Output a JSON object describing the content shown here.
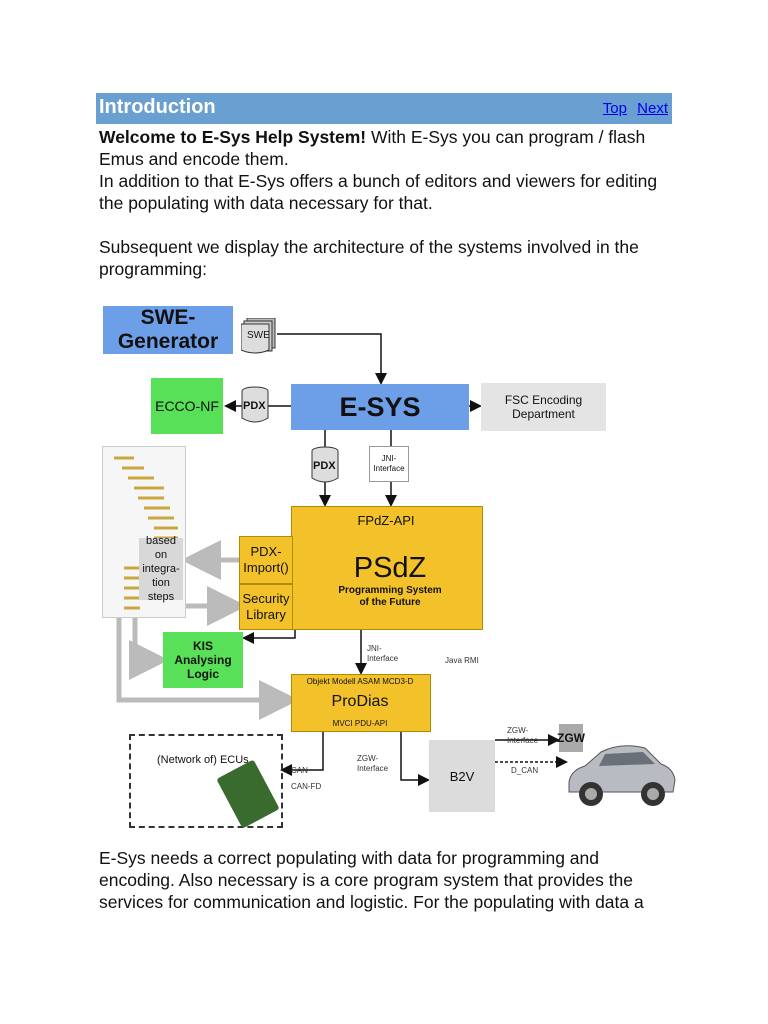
{
  "header": {
    "title": "Introduction",
    "links": [
      "Top",
      "Next"
    ],
    "bar_color": "#6a9fd1"
  },
  "paragraphs": {
    "p1_bold": "Welcome to E-Sys Help System!",
    "p1_rest": " With E-Sys you can program / flash Emus and encode them.",
    "p2": "In addition to that E-Sys offers a bunch of editors and viewers for editing the populating with data necessary for that.",
    "p3": "Subsequent we display the architecture of the systems involved in the programming:",
    "p4": "E-Sys needs a correct populating with data for programming and encoding. Also necessary is a core program system that provides the services for communication and logistic. For the populating with data a"
  },
  "diagram": {
    "swe_generator": "SWE-Generator",
    "swe": "SWE",
    "esys": "E-SYS",
    "ecco": "ECCO-NF",
    "pdx": "PDX",
    "fsc": "FSC Encoding Department",
    "jni_interface": "JNI-Interface",
    "fpdz_api": "FPdZ-API",
    "psdz": "PSdZ",
    "psdz_sub": "Programming System of the Future",
    "pdx_import": "PDX-Import()",
    "security_library": "Security Library",
    "based_on": "based on integra-tion steps",
    "kis": "KIS Analysing Logic",
    "jni_interface2": "JNI-Interface",
    "java_rmi": "Java RMI",
    "object_model": "Objekt Modell ASAM MCD3-D",
    "prodias": "ProDias",
    "mvci": "MVCI PDU-API",
    "ecus": "(Network of) ECUs",
    "can": "CAN",
    "can_fd": "CAN-FD",
    "zgw_interface": "ZGW-Interface",
    "b2v": "B2V",
    "zgw_interface2": "ZGW-Interface",
    "d_can": "D_CAN",
    "zgw": "ZGW"
  },
  "colors": {
    "blue_box": "#6d9ee8",
    "green_box": "#58e058",
    "yellow_box": "#f3c22a",
    "grey_box": "#dcdcdc"
  }
}
